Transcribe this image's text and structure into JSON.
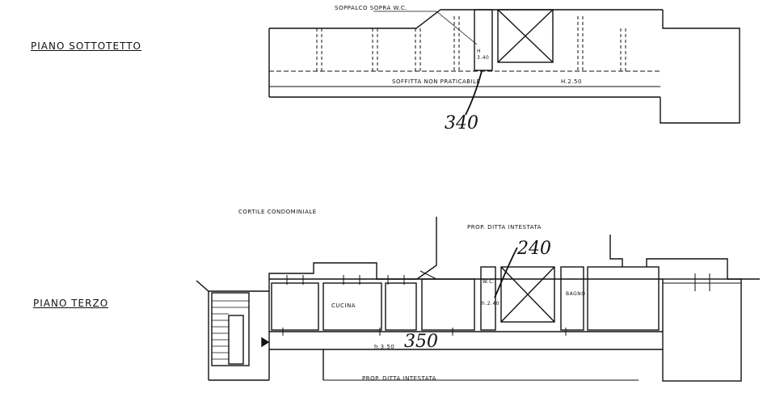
{
  "sottotetto": {
    "title": "PIANO SOTTOTETTO",
    "soppalco_label": "SOPPALCO SOPRA W.C.",
    "soffitta_label": "SOFFITTA NON PRATICABILE",
    "height_label": "H.2.50",
    "vertical_label": "H 3.40",
    "handwritten_number": "340"
  },
  "terzo": {
    "title": "PIANO TERZO",
    "cortile_label": "CORTILE CONDOMINIALE",
    "prop_top_label": "PROP. DITTA INTESTATA",
    "prop_bottom_label": "PROP. DITTA INTESTATA",
    "cucina_label": "CUCINA",
    "bagno_label": "BAGNO",
    "wc_label": "W.C.",
    "wc_height_label": "h.2.40",
    "height_label": "h.3.50",
    "handwritten_height": "350",
    "handwritten_top": "240"
  },
  "colors": {
    "ink": "#111111",
    "background": "#ffffff"
  }
}
